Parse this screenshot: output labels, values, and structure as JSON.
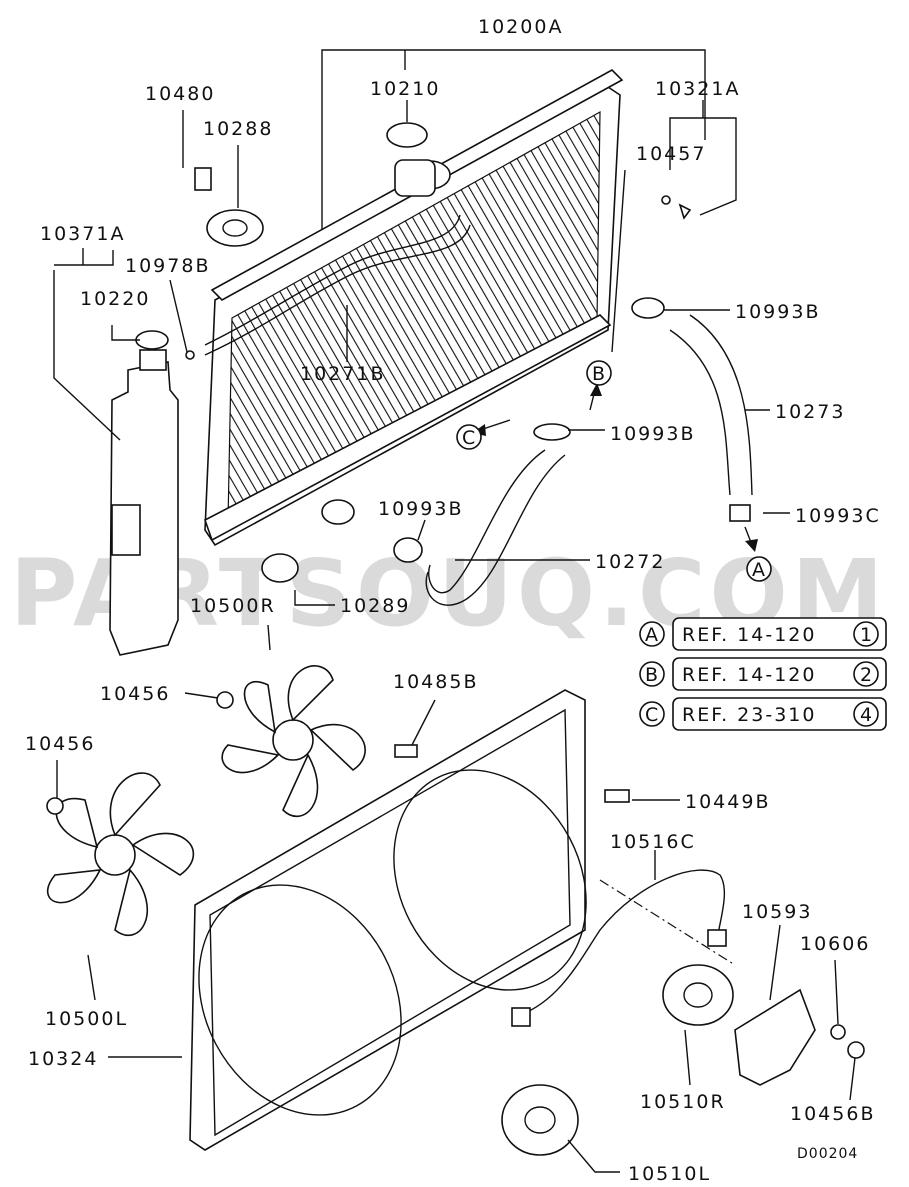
{
  "watermark": "PARTSOUQ.COM",
  "diagram_code": "D00204",
  "labels": {
    "p10200A": "10200A",
    "p10210": "10210",
    "p10321A": "10321A",
    "p10480": "10480",
    "p10288": "10288",
    "p10457": "10457",
    "p10371A": "10371A",
    "p10978B": "10978B",
    "p10220": "10220",
    "p10271B": "10271B",
    "p10993B_a": "10993B",
    "p10273": "10273",
    "p10993B_b": "10993B",
    "p10993C": "10993C",
    "p10993B_c": "10993B",
    "p10272": "10272",
    "p10500R": "10500R",
    "p10289": "10289",
    "p10456_a": "10456",
    "p10485B": "10485B",
    "p10456_b": "10456",
    "p10449B": "10449B",
    "p10516C": "10516C",
    "p10593": "10593",
    "p10606": "10606",
    "p10500L": "10500L",
    "p10324": "10324",
    "p10510R": "10510R",
    "p10456B": "10456B",
    "p10510L": "10510L"
  },
  "connectors": {
    "A": "A",
    "B": "B",
    "C": "C"
  },
  "references": [
    {
      "letter": "A",
      "text": "REF. 14-120",
      "num": "1"
    },
    {
      "letter": "B",
      "text": "REF. 14-120",
      "num": "2"
    },
    {
      "letter": "C",
      "text": "REF. 23-310",
      "num": "4"
    }
  ]
}
